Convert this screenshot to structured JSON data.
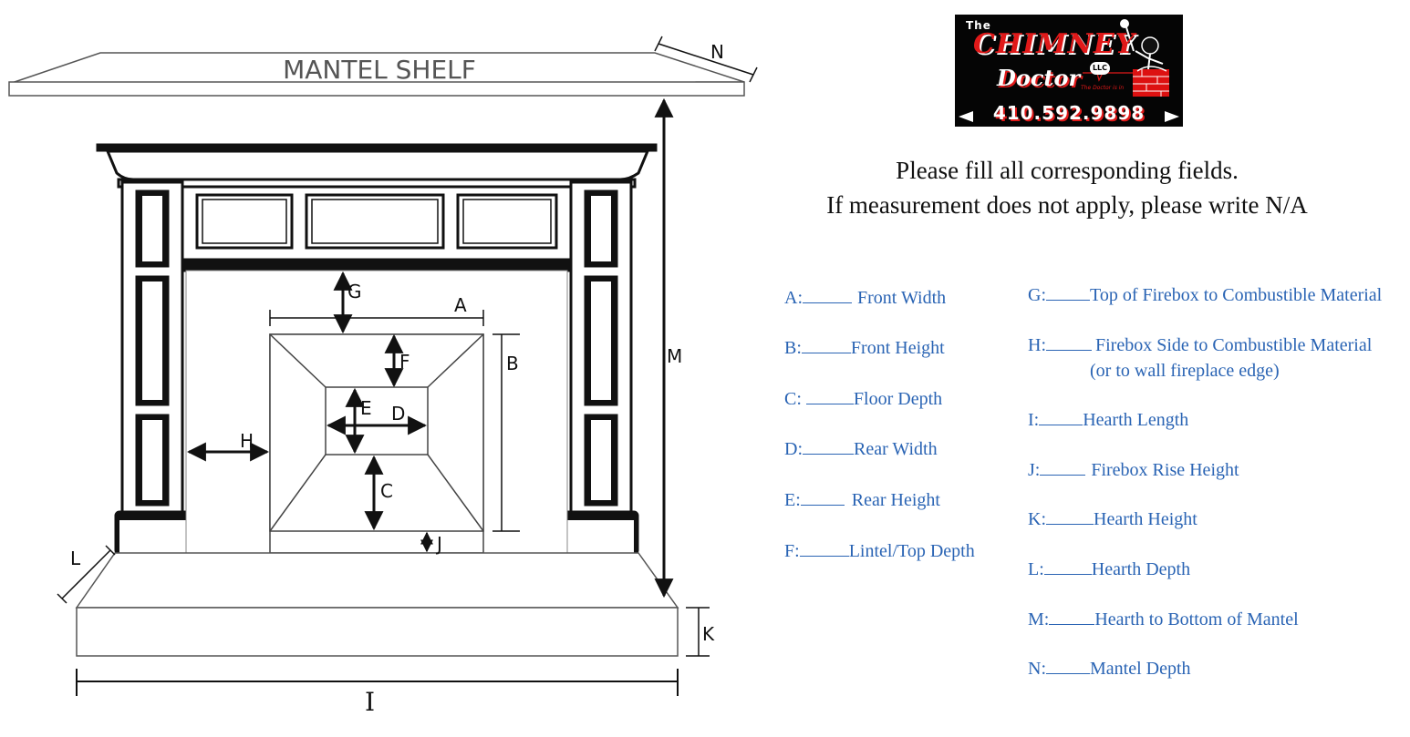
{
  "diagram": {
    "shelf_label": "MANTEL SHELF",
    "labels": {
      "A": "A",
      "B": "B",
      "C": "C",
      "D": "D",
      "E": "E",
      "F": "F",
      "G": "G",
      "H": "H",
      "I": "I",
      "J": "J",
      "K": "K",
      "L": "L",
      "M": "M",
      "N": "N"
    }
  },
  "logo": {
    "the": "The",
    "chimney": "CHIMNEY",
    "llc": "LLC",
    "doctor": "Doctor",
    "tagline": "The Doctor is in",
    "phone": "410.592.9898",
    "colors": {
      "background": "#050505",
      "accent": "#e01919",
      "text": "#ffffff"
    }
  },
  "instructions": {
    "line1": "Please fill all corresponding fields.",
    "line2": "If measurement does not apply, please write N/A"
  },
  "fields_left": [
    {
      "letter": "A:",
      "label": "Front Width"
    },
    {
      "letter": "B:",
      "label": "Front Height"
    },
    {
      "letter": "C: ",
      "label": "Floor Depth"
    },
    {
      "letter": "D:",
      "label": "Rear Width"
    },
    {
      "letter": "E:",
      "label": "Rear Height"
    },
    {
      "letter": "F:",
      "label": "Lintel/Top Depth"
    }
  ],
  "fields_right": [
    {
      "letter": "G:",
      "label": "Top of Firebox to Combustible Material"
    },
    {
      "letter": "H:",
      "label": "Firebox Side to Combustible Material",
      "sublabel": "(or to wall fireplace edge)"
    },
    {
      "letter": "I:",
      "label": "Hearth Length"
    },
    {
      "letter": "J:",
      "label": "Firebox Rise Height"
    },
    {
      "letter": "K:",
      "label": "Hearth Height"
    },
    {
      "letter": "L:",
      "label": "Hearth Depth"
    },
    {
      "letter": "M:",
      "label": "Hearth to Bottom of Mantel"
    },
    {
      "letter": "N:",
      "label": "Mantel Depth"
    }
  ],
  "colors": {
    "field_text": "#2a64b4",
    "line": "#111111"
  }
}
